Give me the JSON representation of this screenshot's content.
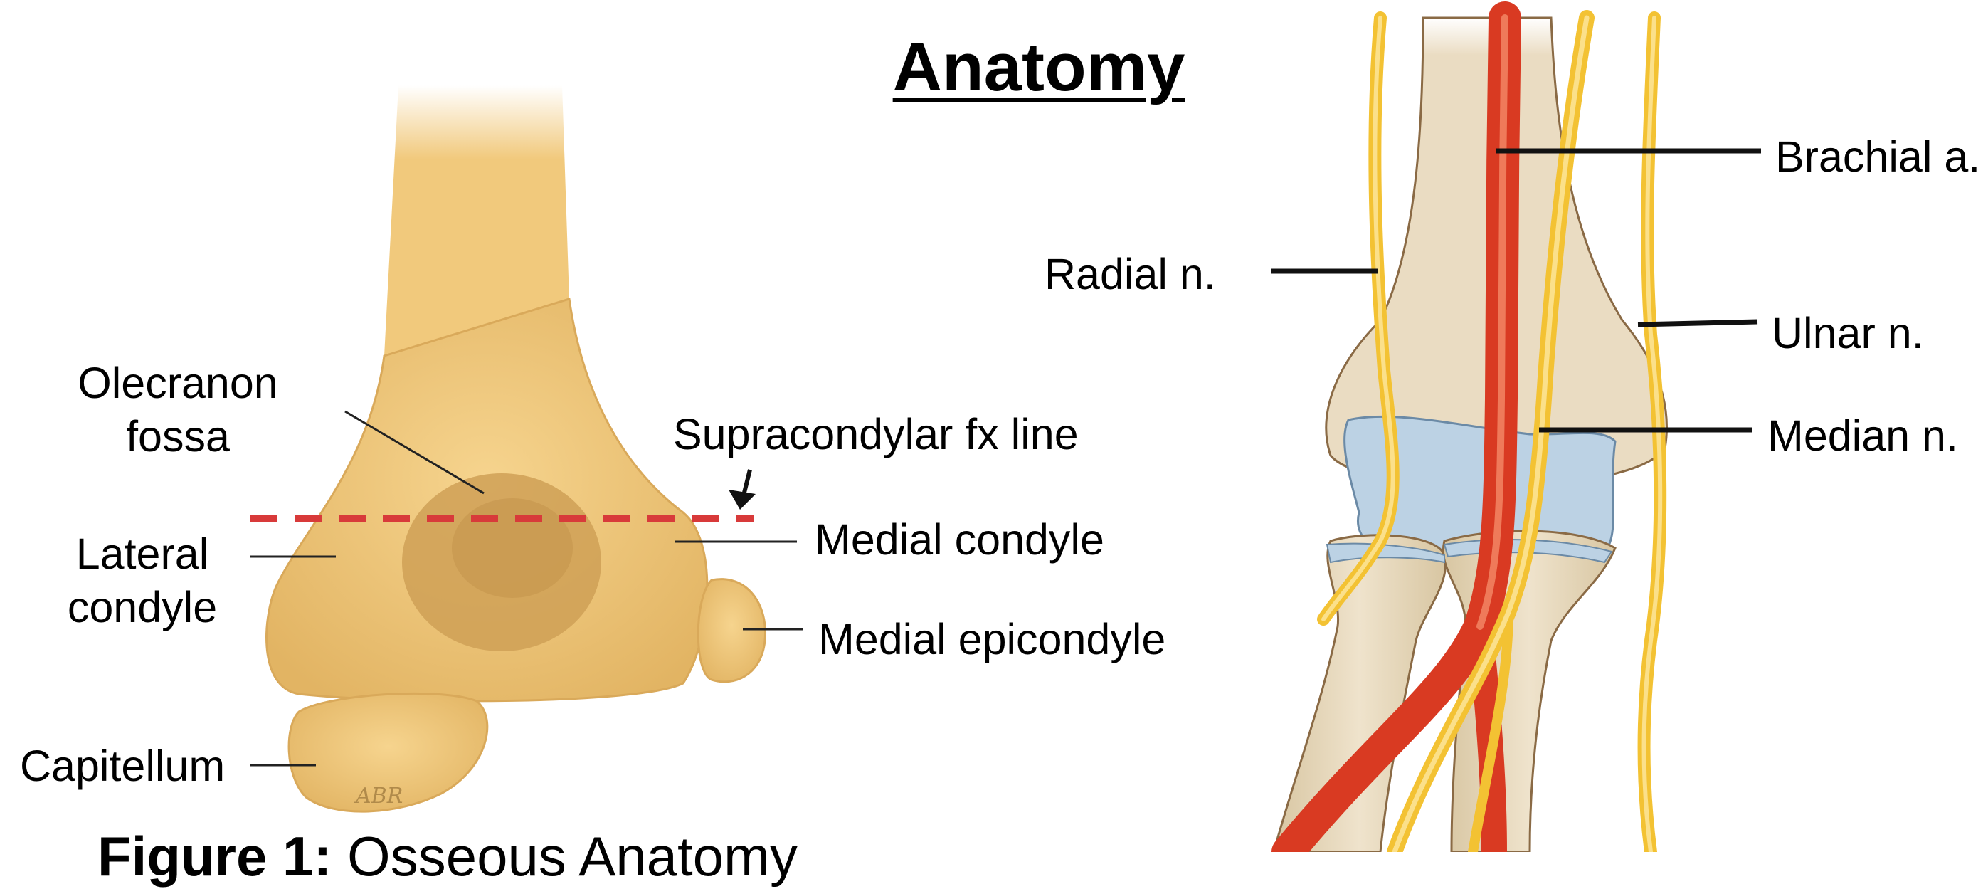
{
  "title": "Anatomy",
  "caption": {
    "prefix": "Figure 1:",
    "text": " Osseous Anatomy"
  },
  "signature": "ABR",
  "osseous_labels": {
    "olecranon_fossa": [
      "Olecranon",
      "fossa"
    ],
    "lateral_condyle": [
      "Lateral",
      "condyle"
    ],
    "capitellum": "Capitellum",
    "supracondylar_fx_line": "Supracondylar fx line",
    "medial_condyle": "Medial condyle",
    "medial_epicondyle": "Medial epicondyle"
  },
  "neurovascular_labels": {
    "brachial_artery": "Brachial a.",
    "radial_nerve": "Radial n.",
    "ulnar_nerve": "Ulnar n.",
    "median_nerve": "Median n."
  },
  "colors": {
    "bone": "#f1c97c",
    "bone_shadow": "#d8a85a",
    "fossa": "#c89a4e",
    "fracture_line": "#d83a3a",
    "artery": "#d93a22",
    "nerve": "#f3c233",
    "cartilage": "#bcd2e4",
    "forearm_bone": "#e6d6b8"
  }
}
